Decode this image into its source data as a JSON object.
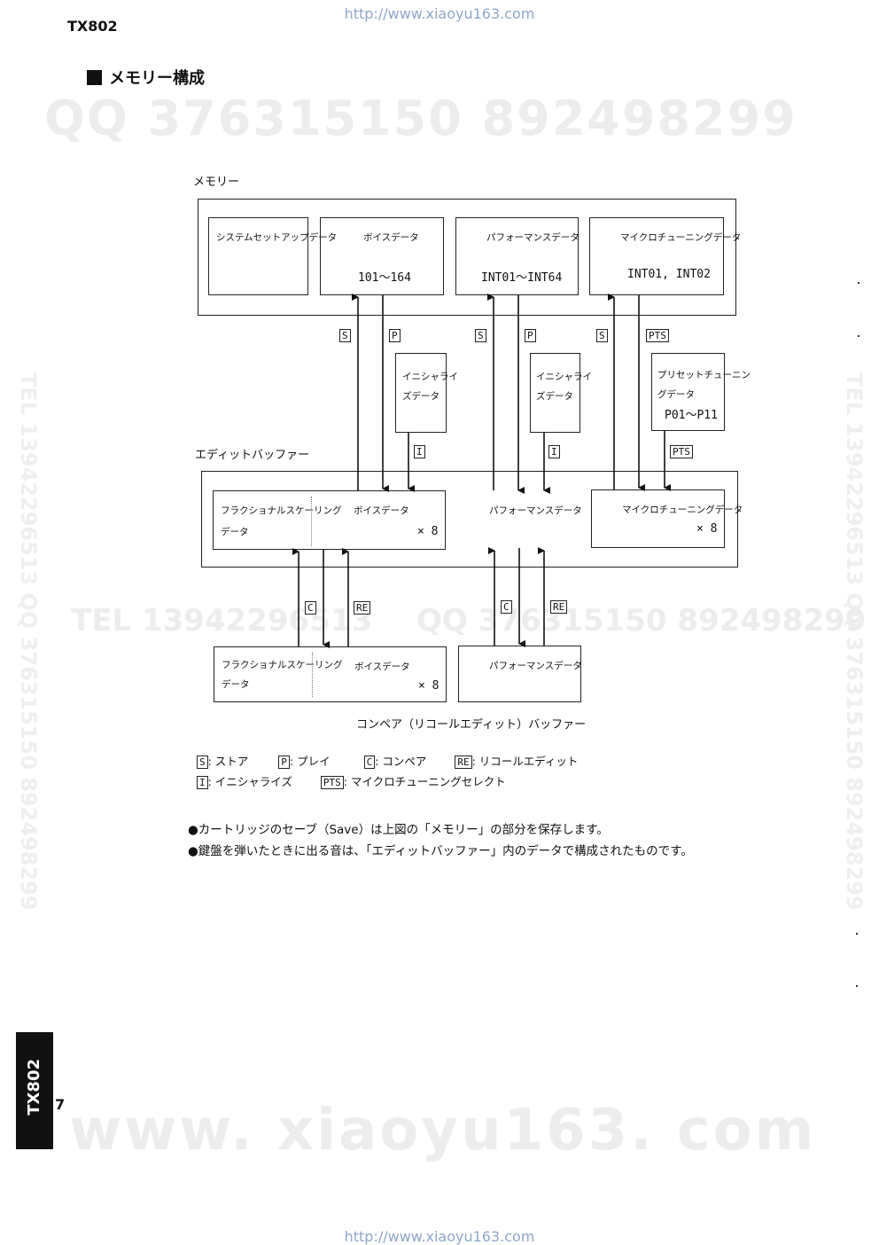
{
  "header": {
    "model": "TX802",
    "url": "http://www.xiaoyu163.com"
  },
  "watermarks": {
    "qq_top": "QQ 376315150   892498299",
    "tel_mid": "TEL  13942296513",
    "qq_mid": "QQ  376315150  892498299",
    "www_bottom": "www. xiaoyu163. com",
    "vertical": "TEL 13942296513  QQ 376315150  892498299"
  },
  "heading": "メモリー構成",
  "diagram": {
    "memory_label": "メモリー",
    "memory_boxes": [
      {
        "title": "システムセットアップデータ",
        "value": ""
      },
      {
        "title": "ボイスデータ",
        "value": "101～164"
      },
      {
        "title": "パフォーマンスデータ",
        "value": "INT01～INT64"
      },
      {
        "title": "マイクロチューニングデータ",
        "value": "INT01, INT02"
      }
    ],
    "symbols": {
      "s": "S",
      "p": "P",
      "i": "I",
      "c": "C",
      "re": "RE",
      "pts": "PTS"
    },
    "init_boxes": [
      {
        "line1": "イニシャライ",
        "line2": "ズデータ"
      },
      {
        "line1": "イニシャライ",
        "line2": "ズデータ"
      }
    ],
    "preset_box": {
      "line1": "プリセットチューニン",
      "line2": "グデータ",
      "value": "P01～P11"
    },
    "edit_buffer_label": "エディットバッファー",
    "edit_buffer": {
      "frac_line1": "フラクショナルスケーリング",
      "frac_line2": "データ",
      "voice": "ボイスデータ",
      "times": "× 8",
      "performance": "パフォーマンスデータ",
      "micro": "マイクロチューニングデータ"
    },
    "compare_buffer": {
      "frac_line1": "フラクショナルスケーリング",
      "frac_line2": "データ",
      "voice": "ボイスデータ",
      "times": "× 8",
      "performance": "パフォーマンスデータ"
    },
    "compare_buffer_label": "コンペア（リコールエディット）バッファー"
  },
  "legend": {
    "s": ": ストア",
    "p": ": プレイ",
    "c": ": コンペア",
    "re": ": リコールエディット",
    "i": ": イニシャライズ",
    "pts": ": マイクロチューニングセレクト"
  },
  "notes": [
    "●カートリッジのセーブ（Save）は上図の「メモリー」の部分を保存します。",
    "●鍵盤を弾いたときに出る音は、「エディットバッファー」内のデータで構成されたものです。"
  ],
  "footer": {
    "tab_label": "TX802",
    "page": "7"
  }
}
